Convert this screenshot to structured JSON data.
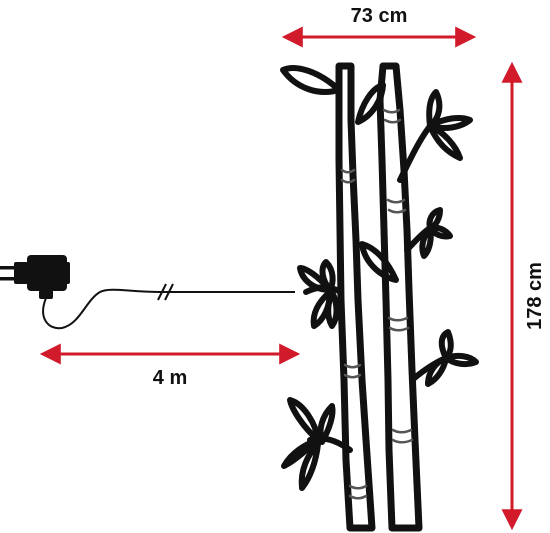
{
  "dimensions": {
    "width_label": "73 cm",
    "height_label": "178 cm",
    "cable_label": "4 m"
  },
  "colors": {
    "outline": "#111111",
    "dimension_arrow": "#d11b2a",
    "background": "#ffffff"
  },
  "icons": [
    "power-adapter-icon",
    "bamboo-light-figure"
  ]
}
